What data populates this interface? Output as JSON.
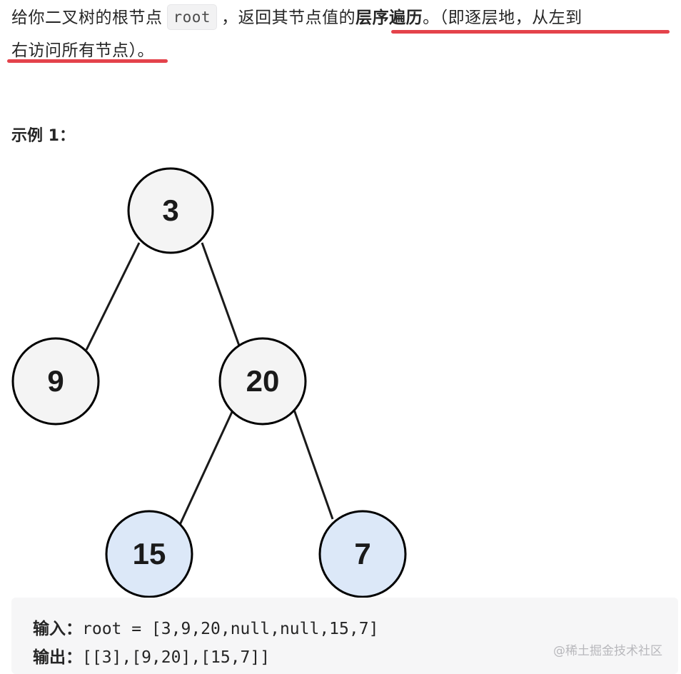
{
  "description": {
    "line1_prefix": "给你二叉树的根节点",
    "code_root": "root",
    "line1_mid": "，返回其节点值的",
    "bold_term": "层序遍历",
    "line1_suffix": "。（即逐层地，从左到",
    "line2": "右访问所有节点）。"
  },
  "example": {
    "title": "示例 1："
  },
  "tree": {
    "nodes": [
      {
        "id": "n3",
        "value": "3",
        "highlighted": false
      },
      {
        "id": "n9",
        "value": "9",
        "highlighted": false
      },
      {
        "id": "n20",
        "value": "20",
        "highlighted": false
      },
      {
        "id": "n15",
        "value": "15",
        "highlighted": true
      },
      {
        "id": "n7",
        "value": "7",
        "highlighted": true
      }
    ],
    "colors": {
      "normal_fill": "#f4f4f4",
      "highlight_fill": "#dce8f8",
      "stroke": "#000000"
    }
  },
  "code": {
    "input_label": "输入：",
    "input_value": "root = [3,9,20,null,null,15,7]",
    "output_label": "输出：",
    "output_value": "[[3],[9,20],[15,7]]"
  },
  "watermark": "@稀土掘金技术社区",
  "colors": {
    "underline": "#e4434b"
  }
}
